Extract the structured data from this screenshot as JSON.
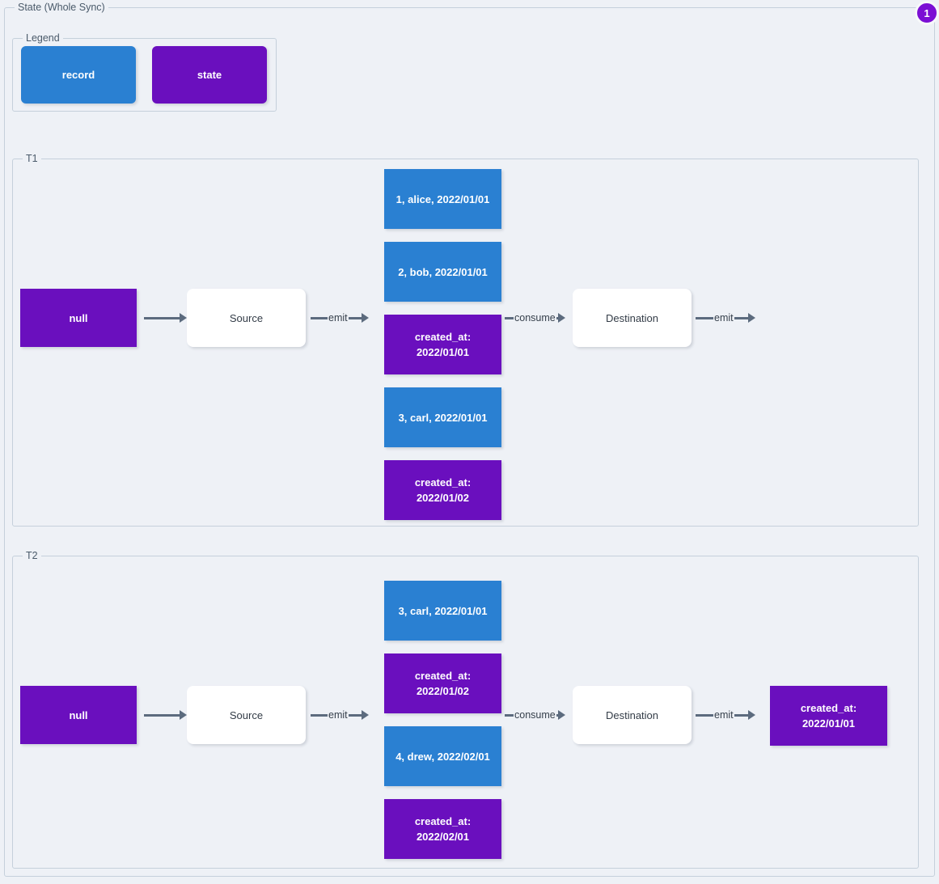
{
  "diagram": {
    "title": "State (Whole Sync)",
    "badge": "1"
  },
  "legend": {
    "title": "Legend",
    "items": [
      {
        "label": "record",
        "color": "#2a80d2"
      },
      {
        "label": "state",
        "color": "#6a0fbe"
      }
    ]
  },
  "colors": {
    "record": "#2a80d2",
    "state": "#6a0fbe",
    "plain": "#ffffff",
    "edge": "#5c6b7e",
    "background": "#eef1f6",
    "group_border": "#c5d0db",
    "badge": "#7b0fd4"
  },
  "edge_labels": {
    "emit": "emit",
    "consume": "consume",
    "blank": ""
  },
  "rounds": [
    {
      "title": "T1",
      "initial_state": "null",
      "source": "Source",
      "destination": "Destination",
      "stream": [
        {
          "kind": "record",
          "label": "1, alice, 2022/01/01"
        },
        {
          "kind": "record",
          "label": "2, bob, 2022/01/01"
        },
        {
          "kind": "state",
          "label": "created_at:\n2022/01/01"
        },
        {
          "kind": "record",
          "label": "3, carl, 2022/01/01"
        },
        {
          "kind": "state",
          "label": "created_at:\n2022/01/02"
        }
      ],
      "final_state": null
    },
    {
      "title": "T2",
      "initial_state": "null",
      "source": "Source",
      "destination": "Destination",
      "stream": [
        {
          "kind": "record",
          "label": "3, carl, 2022/01/01"
        },
        {
          "kind": "state",
          "label": "created_at:\n2022/01/02"
        },
        {
          "kind": "record",
          "label": "4, drew, 2022/02/01"
        },
        {
          "kind": "state",
          "label": "created_at:\n2022/02/01"
        }
      ],
      "final_state": "created_at:\n2022/01/01"
    }
  ]
}
